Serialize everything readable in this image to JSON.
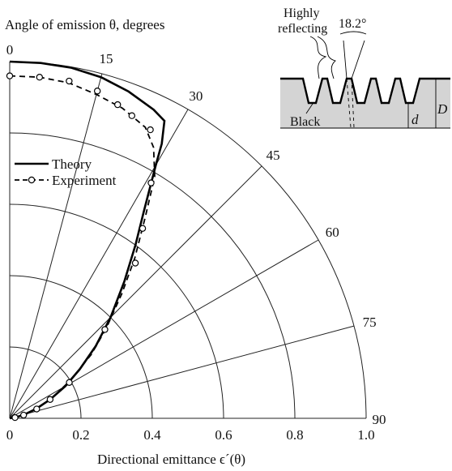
{
  "chart_data": {
    "type": "polar",
    "title": "Angle of emission θ, degrees",
    "xlabel": "Directional emittance ϵ´(θ)",
    "radial_ticks": [
      "0",
      "0.2",
      "0.4",
      "0.6",
      "0.8",
      "1.0"
    ],
    "radial_values": [
      0,
      0.2,
      0.4,
      0.6,
      0.8,
      1.0
    ],
    "angle_ticks": [
      "0",
      "15",
      "30",
      "45",
      "60",
      "75",
      "90"
    ],
    "angle_values": [
      0,
      15,
      30,
      45,
      60,
      75,
      90
    ],
    "rlim": [
      0,
      1.0
    ],
    "legend": {
      "placement": "left-middle",
      "entries": [
        "Theory",
        "Experiment"
      ]
    },
    "series": [
      {
        "name": "Theory",
        "style": "solid",
        "points": [
          {
            "theta": 0,
            "r": 1.0
          },
          {
            "theta": 5,
            "r": 1.0
          },
          {
            "theta": 10,
            "r": 0.998
          },
          {
            "theta": 15,
            "r": 0.99
          },
          {
            "theta": 20,
            "r": 0.975
          },
          {
            "theta": 25,
            "r": 0.955
          },
          {
            "theta": 27.5,
            "r": 0.94
          },
          {
            "theta": 29,
            "r": 0.88
          },
          {
            "theta": 30,
            "r": 0.82
          },
          {
            "theta": 33,
            "r": 0.69
          },
          {
            "theta": 36,
            "r": 0.6
          },
          {
            "theta": 40,
            "r": 0.5
          },
          {
            "theta": 45,
            "r": 0.4
          },
          {
            "theta": 50,
            "r": 0.315
          },
          {
            "theta": 55,
            "r": 0.24
          },
          {
            "theta": 60,
            "r": 0.18
          },
          {
            "theta": 65,
            "r": 0.125
          },
          {
            "theta": 70,
            "r": 0.08
          },
          {
            "theta": 75,
            "r": 0.045
          },
          {
            "theta": 80,
            "r": 0.02
          },
          {
            "theta": 90,
            "r": 0
          }
        ]
      },
      {
        "name": "Experiment",
        "style": "dashed",
        "points": [
          {
            "theta": 0,
            "r": 0.96
          },
          {
            "theta": 5,
            "r": 0.96
          },
          {
            "theta": 10,
            "r": 0.955
          },
          {
            "theta": 15,
            "r": 0.94
          },
          {
            "theta": 20,
            "r": 0.925
          },
          {
            "theta": 25,
            "r": 0.9
          },
          {
            "theta": 28,
            "r": 0.86
          },
          {
            "theta": 31,
            "r": 0.79
          },
          {
            "theta": 34,
            "r": 0.68
          },
          {
            "theta": 38,
            "r": 0.57
          },
          {
            "theta": 42,
            "r": 0.47
          },
          {
            "theta": 47,
            "r": 0.37
          },
          {
            "theta": 52,
            "r": 0.29
          },
          {
            "theta": 58,
            "r": 0.2
          },
          {
            "theta": 64,
            "r": 0.135
          },
          {
            "theta": 70,
            "r": 0.085
          },
          {
            "theta": 76,
            "r": 0.045
          },
          {
            "theta": 82,
            "r": 0.018
          },
          {
            "theta": 90,
            "r": 0
          }
        ],
        "markers": [
          {
            "theta": 0,
            "r": 0.96
          },
          {
            "theta": 5,
            "r": 0.96
          },
          {
            "theta": 10,
            "r": 0.96
          },
          {
            "theta": 15,
            "r": 0.95
          },
          {
            "theta": 19,
            "r": 0.93
          },
          {
            "theta": 22,
            "r": 0.915
          },
          {
            "theta": 26,
            "r": 0.9
          },
          {
            "theta": 31,
            "r": 0.77
          },
          {
            "theta": 35,
            "r": 0.65
          },
          {
            "theta": 39,
            "r": 0.56
          },
          {
            "theta": 47,
            "r": 0.365
          },
          {
            "theta": 59,
            "r": 0.195
          },
          {
            "theta": 65,
            "r": 0.125
          },
          {
            "theta": 71,
            "r": 0.08
          },
          {
            "theta": 77,
            "r": 0.04
          },
          {
            "theta": 82,
            "r": 0.015
          }
        ]
      }
    ]
  },
  "inset": {
    "highly_reflecting_1": "Highly",
    "highly_reflecting_2": "reflecting",
    "angle_label": "18.2°",
    "black_label": "Black",
    "d_label": "d",
    "D_label": "D"
  }
}
